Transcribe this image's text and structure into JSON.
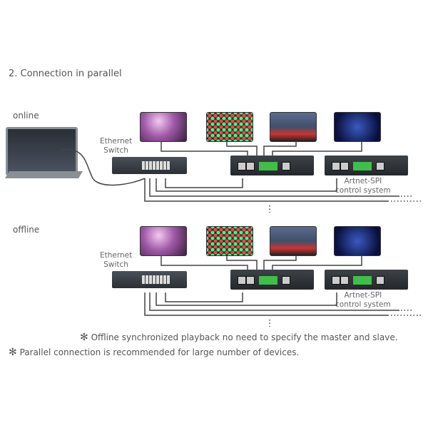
{
  "title": "2. Connection in parallel",
  "online": {
    "label": "online",
    "switch_label": "Ethernet\nSwitch",
    "system_label": "Artnet-SPI\ncontrol system"
  },
  "offline": {
    "label": "offline",
    "switch_label": "Ethernet\nSwitch",
    "system_label": "Artnet-SPI\ncontrol system"
  },
  "notes": {
    "note1": "Offline synchronized playback no need to specify the master and slave.",
    "note2": "Parallel connection is recommended for large number of devices.",
    "asterisk": "✻"
  }
}
